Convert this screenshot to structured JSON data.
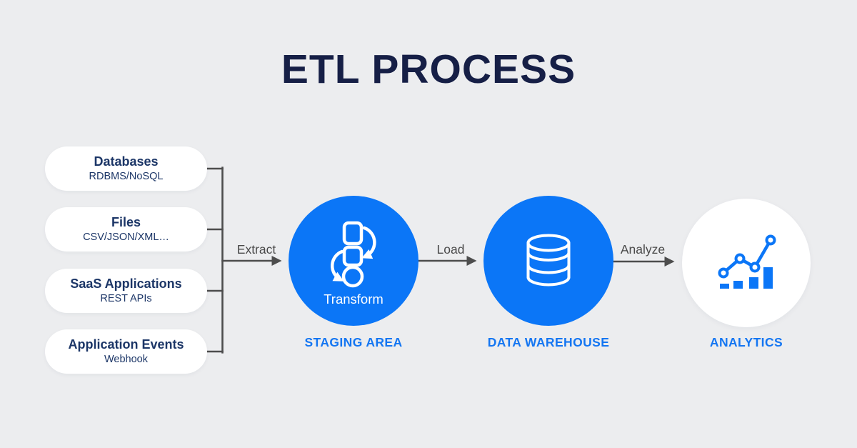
{
  "title": "ETL PROCESS",
  "sources": [
    {
      "name": "Databases",
      "detail": "RDBMS/NoSQL"
    },
    {
      "name": "Files",
      "detail": "CSV/JSON/XML…"
    },
    {
      "name": "SaaS Applications",
      "detail": "REST APIs"
    },
    {
      "name": "Application Events",
      "detail": "Webhook"
    }
  ],
  "flows": [
    {
      "label": "Extract"
    },
    {
      "label": "Load"
    },
    {
      "label": "Analyze"
    }
  ],
  "stages": [
    {
      "label": "STAGING AREA",
      "node_text": "Transform",
      "icon": "transform-cycle-icon"
    },
    {
      "label": "DATA WAREHOUSE",
      "icon": "database-icon"
    },
    {
      "label": "ANALYTICS",
      "icon": "bar-line-chart-icon"
    }
  ],
  "colors": {
    "background": "#ECEDEF",
    "accent_blue": "#0B76F7",
    "stage_label_blue": "#1476F2",
    "title_navy": "#161F46",
    "pill_text_navy": "#1C3667",
    "connector_gray": "#4D4D4D",
    "node_white": "#FFFFFF"
  }
}
